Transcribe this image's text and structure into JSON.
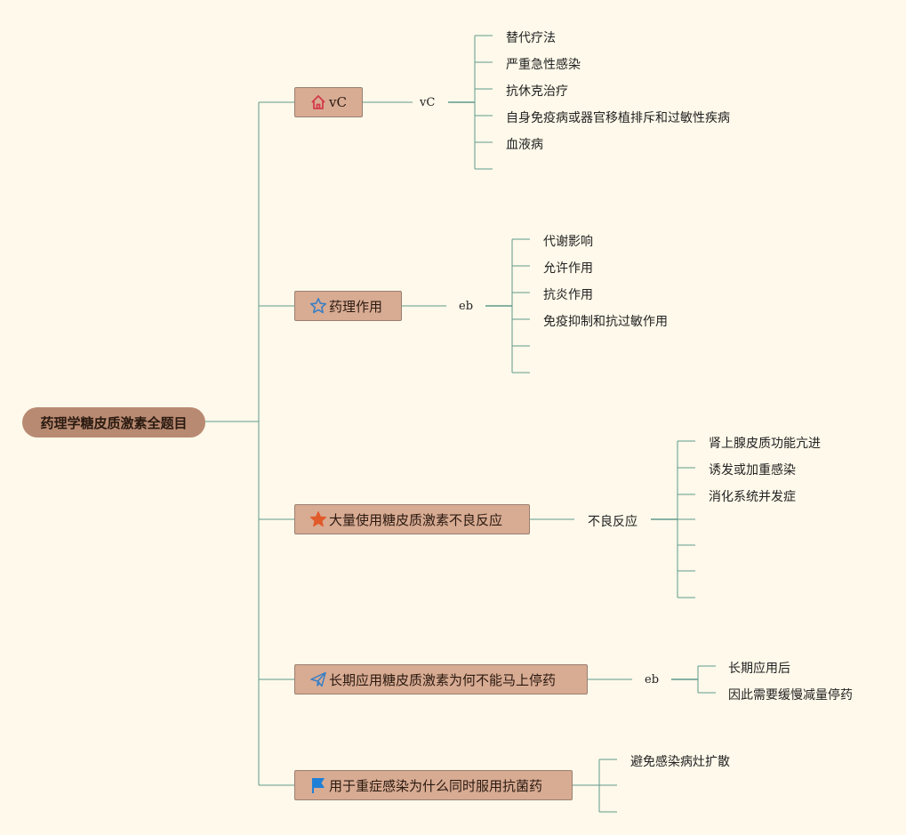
{
  "root": {
    "label": "药理学糖皮质激素全题目"
  },
  "branches": [
    {
      "icon": "home-icon",
      "label": "vC",
      "sub": "vC",
      "leaves": [
        "替代疗法",
        "严重急性感染",
        "抗休克治疗",
        "自身免疫病或器官移植排斥和过敏性疾病",
        "血液病",
        ""
      ]
    },
    {
      "icon": "star-outline-icon",
      "label": "药理作用",
      "sub": "eb",
      "leaves": [
        "代谢影响",
        "允许作用",
        "抗炎作用",
        "免疫抑制和抗过敏作用",
        "",
        ""
      ]
    },
    {
      "icon": "star-filled-icon",
      "label": "大量使用糖皮质激素不良反应",
      "sub": "不良反应",
      "leaves": [
        "肾上腺皮质功能亢进",
        "诱发或加重感染",
        "消化系统并发症",
        "",
        "",
        "",
        ""
      ]
    },
    {
      "icon": "paper-plane-icon",
      "label": "长期应用糖皮质激素为何不能马上停药",
      "sub": "eb",
      "leaves": [
        "长期应用后",
        "因此需要缓慢减量停药"
      ]
    },
    {
      "icon": "flag-icon",
      "label": "用于重症感染为什么同时服用抗菌药",
      "sub": "",
      "leaves": [
        "避免感染病灶扩散",
        "",
        ""
      ]
    }
  ],
  "colors": {
    "background": "#fef9ea",
    "line": "#5f9a8c",
    "root_fill": "#b98a72",
    "topic_fill": "#d8ab93"
  }
}
